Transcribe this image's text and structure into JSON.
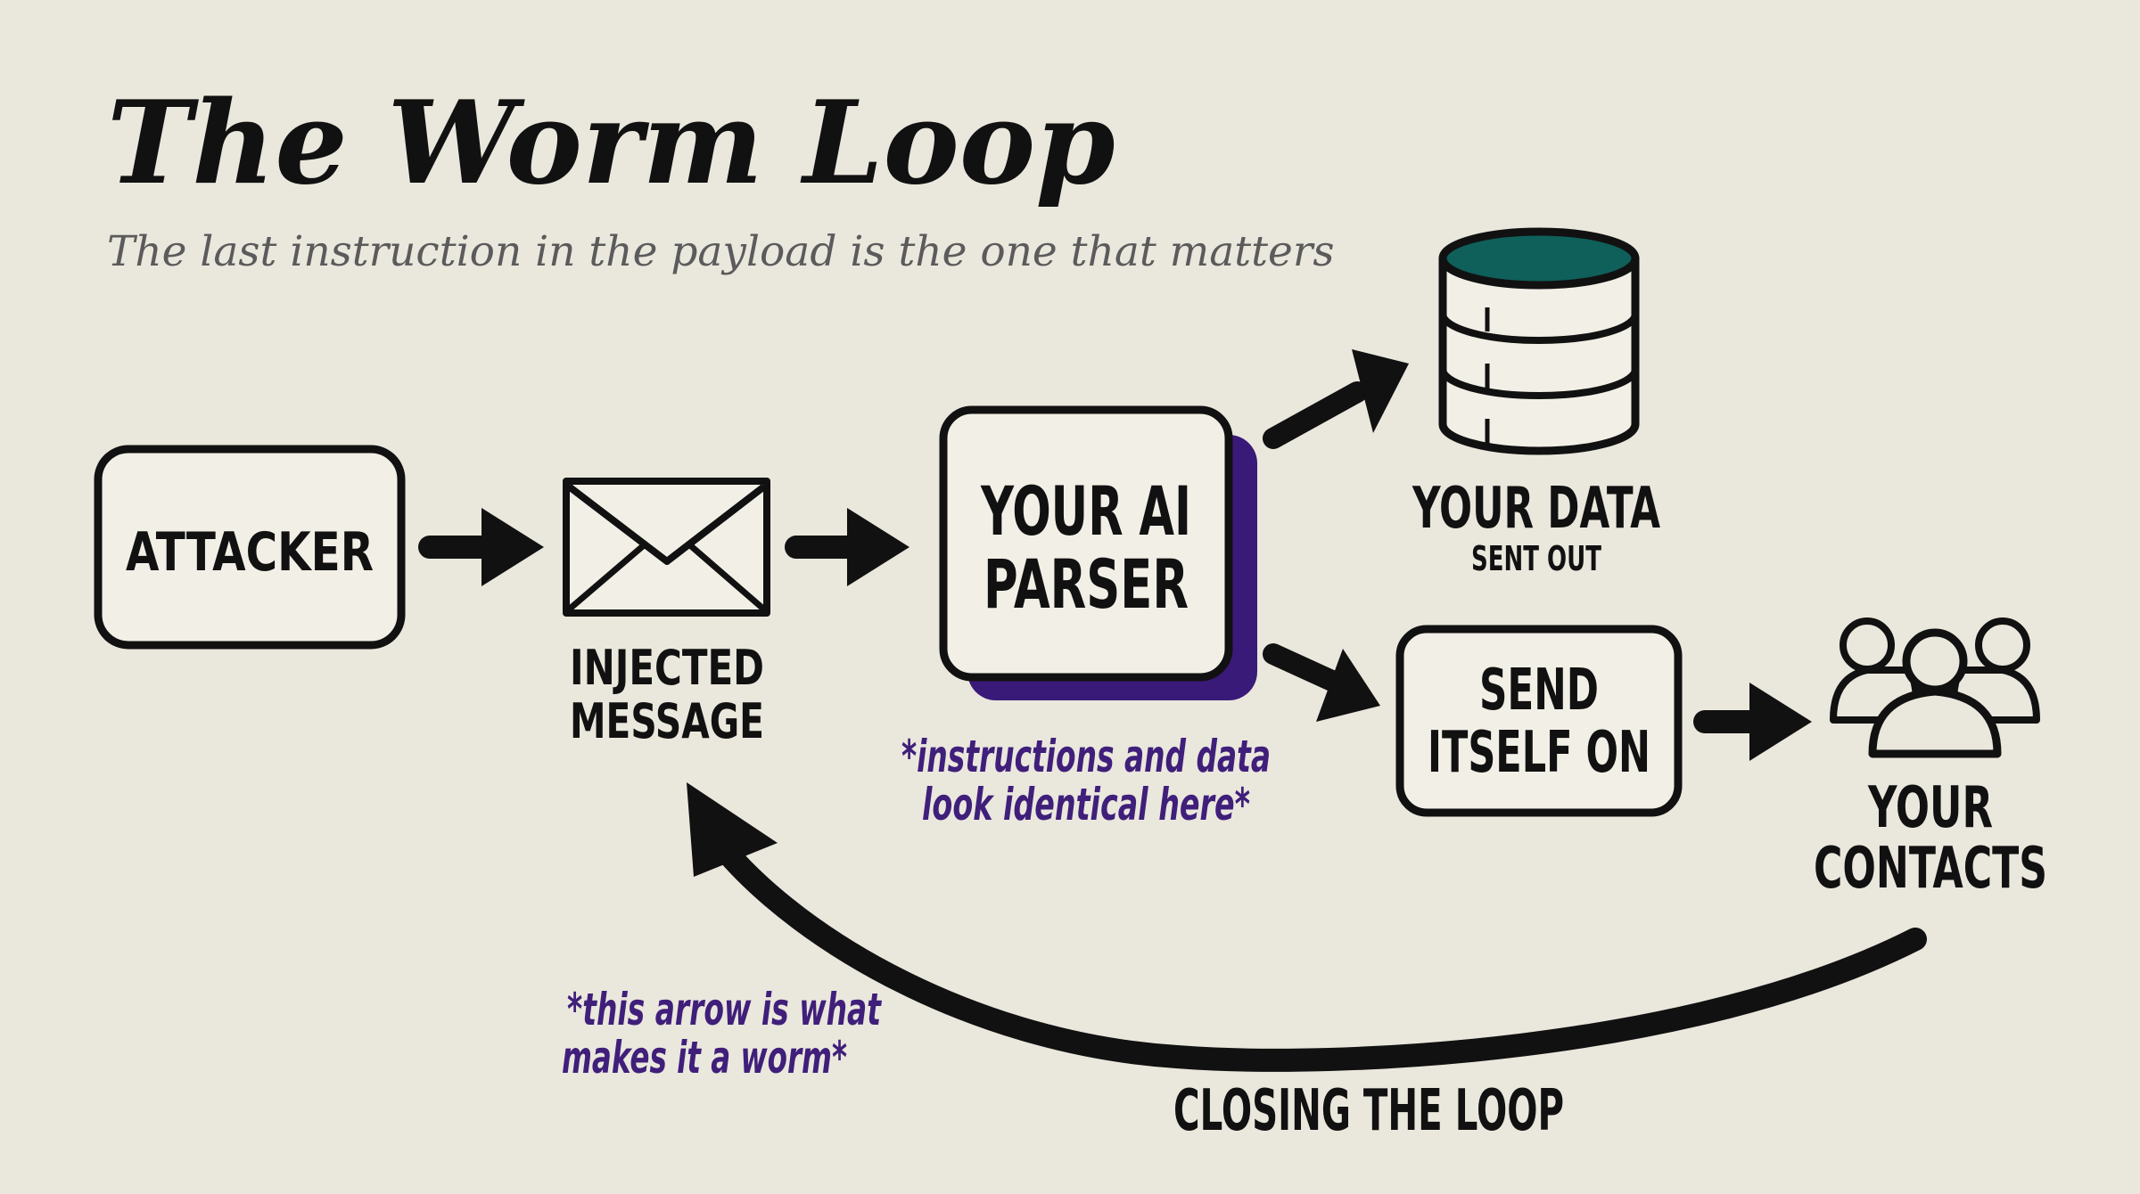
{
  "title": "The Worm Loop",
  "subtitle": "The last instruction in the payload is the one that matters",
  "nodes": {
    "attacker": "ATTACKER",
    "injected_line1": "INJECTED",
    "injected_line2": "MESSAGE",
    "parser_line1": "YOUR AI",
    "parser_line2": "PARSER",
    "data_line1": "YOUR DATA",
    "data_line2": "SENT OUT",
    "send_line1": "SEND",
    "send_line2": "ITSELF ON",
    "contacts_line1": "YOUR",
    "contacts_line2": "CONTACTS"
  },
  "notes": {
    "parser_note_line1": "*instructions and data",
    "parser_note_line2": "look identical here*",
    "worm_note_line1": "*this arrow is what",
    "worm_note_line2": "makes it a worm*"
  },
  "loop_label": "CLOSING THE LOOP",
  "colors": {
    "background": "#eae7dd",
    "ink": "#111111",
    "accent_purple": "#3a1a78",
    "database_top": "#0f5f5a"
  },
  "icons": [
    "envelope-icon",
    "database-icon",
    "people-icon"
  ]
}
